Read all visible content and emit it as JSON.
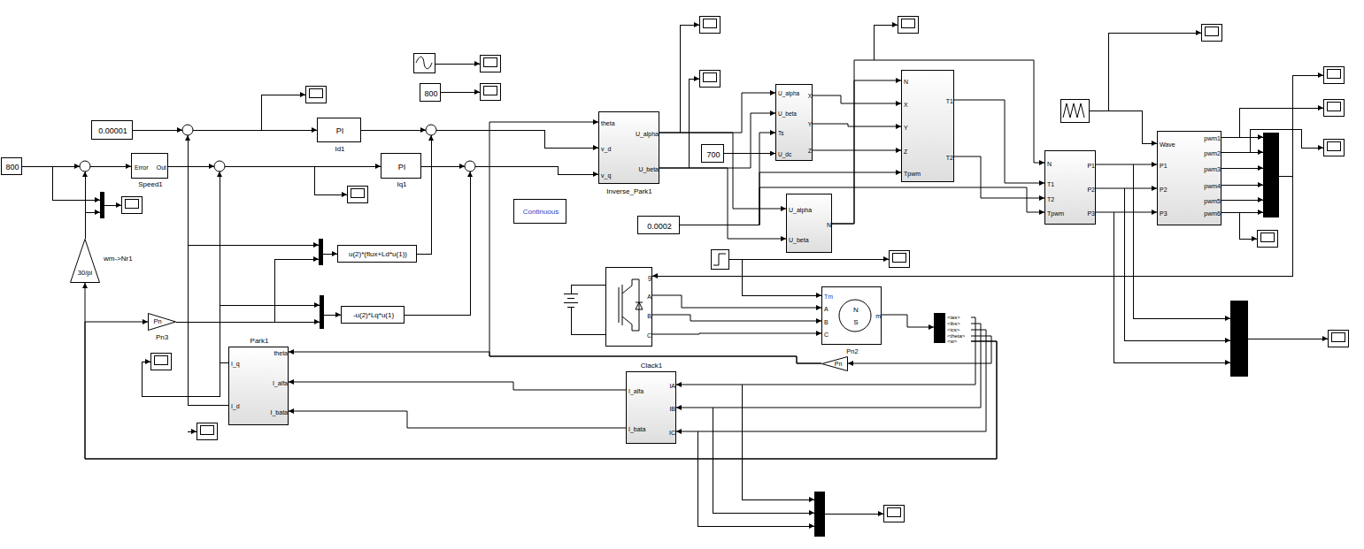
{
  "diagram": {
    "nodes": [
      {
        "text": [
          "800"
        ]
      },
      {
        "text": [
          "0.00001"
        ]
      },
      {
        "text": [
          "Error",
          "Out",
          "Speed1"
        ]
      },
      {
        "text": [
          "PI",
          "Id1"
        ]
      },
      {
        "text": [
          "PI",
          "Iq1"
        ]
      },
      {
        "text": [
          "u(2)*(flux+Ld*u(1))"
        ]
      },
      {
        "text": [
          "-u(2)*Lq*u(1)"
        ]
      },
      {
        "text": [
          "30/pi",
          "wm->Nr1"
        ]
      },
      {
        "text": [
          "Pn",
          "Pn3"
        ]
      },
      {
        "text": [
          "Park1",
          "theta",
          "I_q",
          "I_alfa",
          "I_d",
          "I_bata"
        ]
      },
      {
        "text": [
          "Clack1",
          "I_alfa",
          "IA",
          "IB",
          "I_bata",
          "IC"
        ]
      },
      {
        "text": [
          "800"
        ]
      },
      {
        "text": [
          "Continuous"
        ]
      },
      {
        "text": [
          "theta",
          "U_alpha",
          "v_d",
          "U_beta",
          "v_q",
          "Inverse_Park1"
        ]
      },
      {
        "text": [
          "U_alpha",
          "X",
          "U_beta",
          "Y",
          "Ts",
          "Z",
          "U_dc"
        ]
      },
      {
        "text": [
          "700"
        ]
      },
      {
        "text": [
          "0.0002"
        ]
      },
      {
        "text": [
          "U_alpha",
          "N",
          "U_beta"
        ]
      },
      {
        "text": [
          "N",
          "T1",
          "X",
          "Y",
          "Z",
          "T2",
          "Tpwm"
        ]
      },
      {
        "text": [
          "N",
          "P1",
          "T1",
          "P2",
          "T2",
          "Tpwm",
          "P3"
        ]
      },
      {
        "text": [
          "pwm1",
          "Wave",
          "pwm2",
          "P1",
          "pwm3",
          "pwm4",
          "P2",
          "pwm5",
          "P3",
          "pwm6"
        ]
      },
      {
        "text": [
          "g",
          "A",
          "B",
          "C"
        ]
      },
      {
        "text": [
          "Tm",
          "A",
          "B",
          "C",
          "N",
          "S",
          "m",
          "Pn2"
        ]
      },
      {
        "text": [
          "<ias>",
          "<ibs>",
          "<ics>",
          "<theta>",
          "<w>"
        ]
      },
      {
        "text": [
          "Pn"
        ]
      }
    ],
    "edges": [
      {
        "from": 13,
        "to": 14,
        "arrow": "to"
      },
      {
        "from": 13,
        "to": 14,
        "arrow": "to"
      },
      {
        "from": 13,
        "to": 17,
        "arrow": "to"
      },
      {
        "from": 13,
        "to": 17,
        "arrow": "to"
      },
      {
        "from": 15,
        "to": 14,
        "arrow": "to"
      },
      {
        "from": 16,
        "to": 14,
        "arrow": "to"
      },
      {
        "from": 16,
        "to": 18,
        "arrow": "to"
      },
      {
        "from": 16,
        "to": 19,
        "arrow": "to"
      },
      {
        "from": 14,
        "to": 18,
        "arrow": "to"
      },
      {
        "from": 14,
        "to": 18,
        "arrow": "to"
      },
      {
        "from": 14,
        "to": 18,
        "arrow": "to"
      },
      {
        "from": 17,
        "to": 18,
        "arrow": "to"
      },
      {
        "from": 17,
        "to": 19,
        "arrow": "to"
      },
      {
        "from": 18,
        "to": 19,
        "arrow": "to"
      },
      {
        "from": 18,
        "to": 19,
        "arrow": "to"
      },
      {
        "from": 19,
        "to": 20,
        "arrow": "to"
      },
      {
        "from": 19,
        "to": 20,
        "arrow": "to"
      },
      {
        "from": 19,
        "to": 20,
        "arrow": "to"
      },
      {
        "from": 21,
        "to": 22,
        "arrow": "to"
      },
      {
        "from": 21,
        "to": 22,
        "arrow": "to"
      },
      {
        "from": 21,
        "to": 22,
        "arrow": "to"
      },
      {
        "from": 22,
        "to": 23,
        "arrow": "to"
      },
      {
        "from": 23,
        "to": 10,
        "arrow": "to"
      },
      {
        "from": 23,
        "to": 10,
        "arrow": "to"
      },
      {
        "from": 23,
        "to": 10,
        "arrow": "to"
      },
      {
        "from": 23,
        "to": 24,
        "arrow": "to"
      },
      {
        "from": 23,
        "to": 7,
        "arrow": "to"
      },
      {
        "from": 23,
        "to": 8,
        "arrow": "to"
      },
      {
        "from": 24,
        "to": 9,
        "arrow": "to"
      },
      {
        "from": 24,
        "to": 13,
        "arrow": "to"
      },
      {
        "from": 10,
        "to": 9,
        "arrow": "to"
      },
      {
        "from": 10,
        "to": 9,
        "arrow": "to"
      }
    ]
  }
}
